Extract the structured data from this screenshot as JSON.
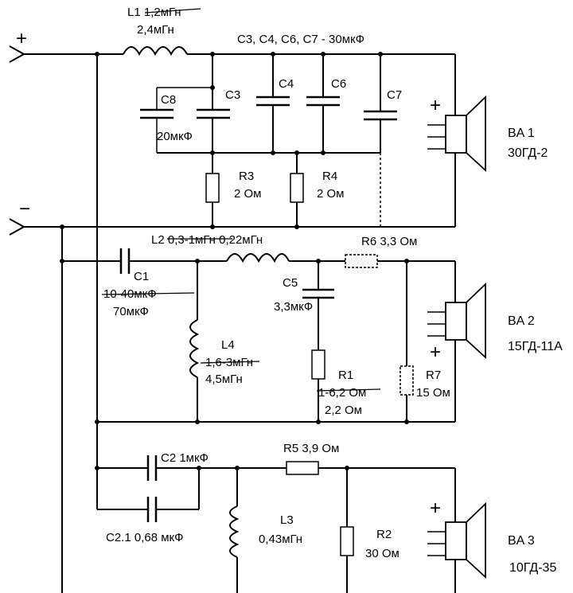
{
  "terminals": {
    "plus": "+",
    "minus": "−"
  },
  "labels": {
    "l1_name": "L1",
    "l1_old": "1,2мГн",
    "l1_new": "2,4мГн",
    "cap_group": "C3, C4, C6, C7 - 30мкФ",
    "c8": "C8",
    "c8_value": "20мкФ",
    "c3": "C3",
    "c4": "C4",
    "c6": "C6",
    "c7": "C7",
    "r3": "R3",
    "r3_value": "2 Ом",
    "r4": "R4",
    "r4_value": "2 Ом",
    "l2": "L2 ",
    "l2_old": "0,3-1мГн",
    "l2_new": " 0,22мГн",
    "r6": "R6 3,3 Ом",
    "c1": "C1",
    "c1_old": "10-40мкФ",
    "c1_new": "70мкФ",
    "c5": "C5",
    "c5_value": "3,3мкФ",
    "l4": "L4",
    "l4_old": "1,6-3мГн",
    "l4_new": "4,5мГн",
    "r1": "R1",
    "r1_old": "1-6,2 Ом",
    "r1_new": "2,2 Ом",
    "r7": "R7",
    "r7_value": "15 Ом",
    "c2": "C2  1мкФ",
    "r5": "R5 3,9 Ом",
    "c21": "C2.1  0,68 мкФ",
    "l3": "L3",
    "l3_value": "0,43мГн",
    "r2": "R2",
    "r2_value": "30 Ом"
  },
  "speakers": [
    {
      "name": "BA 1",
      "model": "30ГД-2",
      "polarity": "+"
    },
    {
      "name": "BA 2",
      "model": "15ГД-11А",
      "polarity": "+"
    },
    {
      "name": "BA 3",
      "model": "10ГД-35",
      "polarity": "+"
    }
  ]
}
